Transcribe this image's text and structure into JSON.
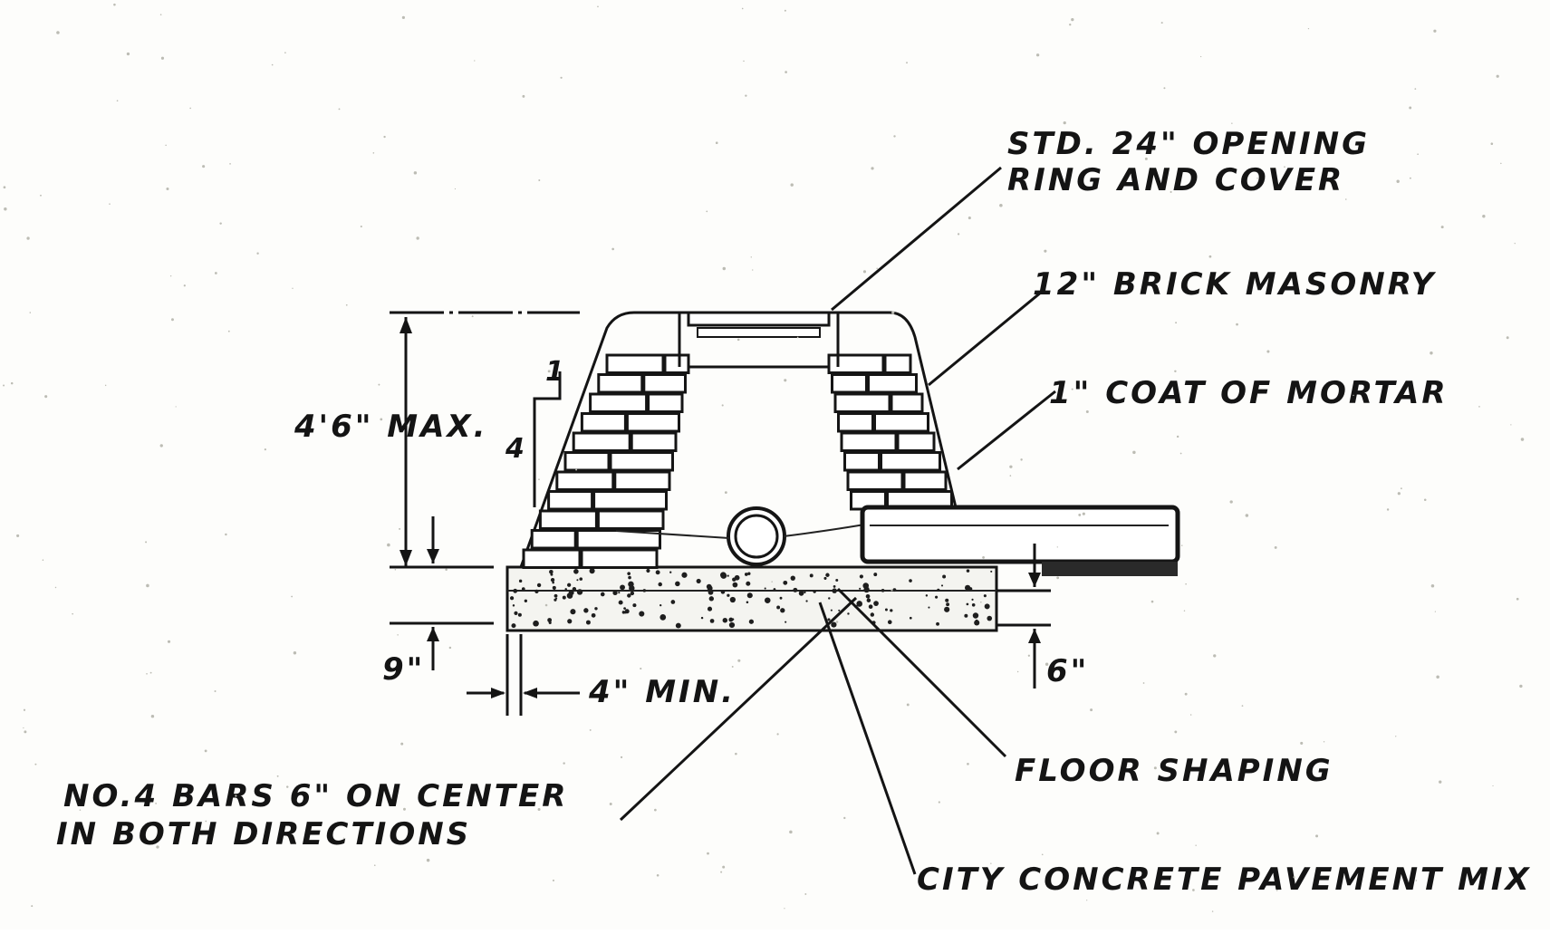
{
  "drawing": {
    "labels": {
      "ring_cover_line1": "STD. 24\" OPENING",
      "ring_cover_line2": "RING AND COVER",
      "brick": "12\" BRICK MASONRY",
      "mortar": "1\" COAT OF MORTAR",
      "height": "4'6\" MAX.",
      "base_thickness": "9\"",
      "min_offset": "4\" MIN.",
      "slab_thickness": "6\"",
      "floor_shaping": "FLOOR SHAPING",
      "bars_line1": "NO.4 BARS  6\" ON CENTER",
      "bars_line2": "IN BOTH  DIRECTIONS",
      "concrete_mix": "CITY CONCRETE PAVEMENT MIX",
      "batter_small": "1",
      "batter_big": "4"
    },
    "colors": {
      "ink": "#141414",
      "paper": "#fdfdfb"
    }
  }
}
